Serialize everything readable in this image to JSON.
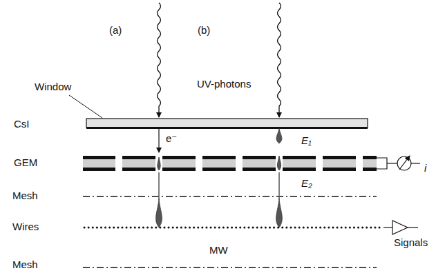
{
  "diagram": {
    "labels": [
      "(a)",
      "(b)",
      "UV-photons",
      "Window",
      "CsI",
      "e⁻",
      "E₁",
      "GEM",
      "E₂",
      "i",
      "Mesh",
      "Wires",
      "Signals",
      "MW",
      "Mesh"
    ]
  }
}
